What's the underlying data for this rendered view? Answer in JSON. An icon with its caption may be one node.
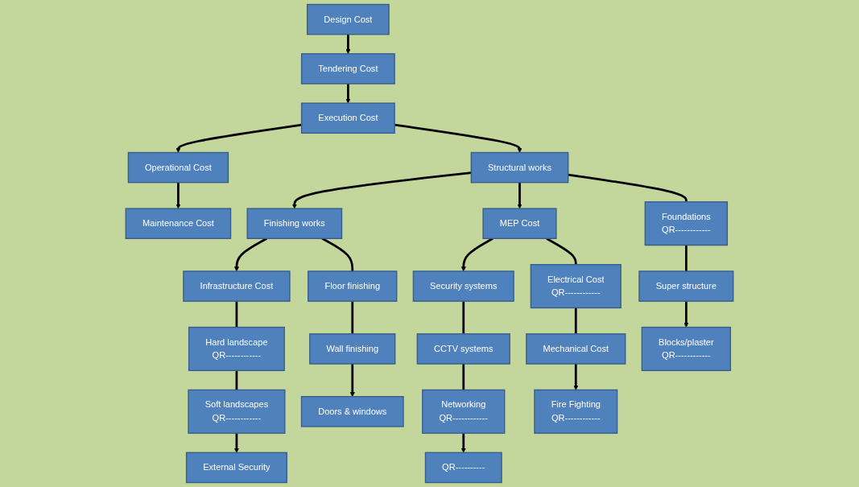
{
  "diagram": {
    "nodes": [
      {
        "text": [
          "Design Cost"
        ]
      },
      {
        "text": [
          "Tendering Cost"
        ]
      },
      {
        "text": [
          "Execution Cost"
        ]
      },
      {
        "text": [
          "Operational Cost"
        ]
      },
      {
        "text": [
          "Maintenance Cost"
        ]
      },
      {
        "text": [
          "Infrastructure Cost"
        ]
      },
      {
        "text": [
          "Finishing works"
        ]
      },
      {
        "text": [
          "Structural works"
        ]
      },
      {
        "text": [
          "MEP Cost"
        ]
      },
      {
        "text": [
          "Security systems"
        ]
      },
      {
        "text": [
          "Hard landscape",
          "QR------------"
        ]
      },
      {
        "text": [
          "Floor finishing"
        ]
      },
      {
        "text": [
          "Foundations",
          "QR------------"
        ]
      },
      {
        "text": [
          "Electrical Cost",
          "QR------------"
        ]
      },
      {
        "text": [
          "CCTV systems"
        ]
      },
      {
        "text": [
          "Soft landscapes",
          "QR------------"
        ]
      },
      {
        "text": [
          "Wall finishing"
        ]
      },
      {
        "text": [
          "Super structure"
        ]
      },
      {
        "text": [
          "Mechanical Cost"
        ]
      },
      {
        "text": [
          "Networking",
          "QR------------"
        ]
      },
      {
        "text": [
          "External Security"
        ]
      },
      {
        "text": [
          "Doors & windows"
        ]
      },
      {
        "text": [
          "Blocks/plaster",
          "QR------------"
        ]
      },
      {
        "text": [
          "Fire Fighting",
          "QR------------"
        ]
      },
      {
        "text": [
          "QR----------"
        ]
      }
    ],
    "edges": [
      {
        "from": 0,
        "to": 1,
        "arrow": "to"
      },
      {
        "from": 1,
        "to": 2,
        "arrow": "to"
      },
      {
        "from": 2,
        "to": 3,
        "arrow": "to"
      },
      {
        "from": 3,
        "to": 4,
        "arrow": "to"
      },
      {
        "from": 2,
        "to": 7,
        "arrow": "to"
      },
      {
        "from": 7,
        "to": 6,
        "arrow": "to"
      },
      {
        "from": 6,
        "to": 5,
        "arrow": "to"
      },
      {
        "from": 7,
        "to": 8,
        "arrow": "to"
      },
      {
        "from": 8,
        "to": 9,
        "arrow": "to"
      },
      {
        "from": 5,
        "to": 10,
        "arrow": "none"
      },
      {
        "from": 10,
        "to": 15,
        "arrow": "none"
      },
      {
        "from": 15,
        "to": 20,
        "arrow": "to"
      },
      {
        "from": 6,
        "to": 11,
        "arrow": "none"
      },
      {
        "from": 11,
        "to": 16,
        "arrow": "none"
      },
      {
        "from": 16,
        "to": 21,
        "arrow": "to"
      },
      {
        "from": 7,
        "to": 12,
        "arrow": "none"
      },
      {
        "from": 12,
        "to": 17,
        "arrow": "none"
      },
      {
        "from": 17,
        "to": 22,
        "arrow": "to"
      },
      {
        "from": 8,
        "to": 13,
        "arrow": "none"
      },
      {
        "from": 13,
        "to": 18,
        "arrow": "none"
      },
      {
        "from": 18,
        "to": 23,
        "arrow": "to"
      },
      {
        "from": 9,
        "to": 14,
        "arrow": "none"
      },
      {
        "from": 14,
        "to": 19,
        "arrow": "none"
      },
      {
        "from": 19,
        "to": 24,
        "arrow": "to"
      }
    ]
  }
}
